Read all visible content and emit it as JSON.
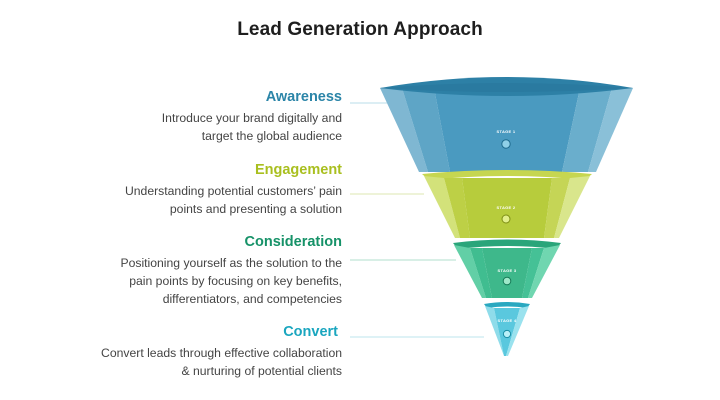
{
  "title": "Lead Generation Approach",
  "stages": [
    {
      "label": "STAGE 1",
      "heading": "Awareness",
      "description": [
        "Introduce your brand digitally and",
        "target the global audience"
      ],
      "color": "#2b85a8"
    },
    {
      "label": "STAGE 2",
      "heading": "Engagement",
      "description": [
        "Understanding potential customers’ pain",
        "points and presenting a solution"
      ],
      "color": "#a9bf1f"
    },
    {
      "label": "STAGE 3",
      "heading": "Consideration",
      "description": [
        "Positioning yourself as the solution to the",
        "pain points by focusing on key benefits,",
        "differentiators, and competencies"
      ],
      "color": "#169268"
    },
    {
      "label": "STAGE 4",
      "heading": "Convert",
      "description": [
        "Convert leads through effective collaboration",
        "& nurturing of potential clients"
      ],
      "color": "#1aa6bf"
    }
  ]
}
